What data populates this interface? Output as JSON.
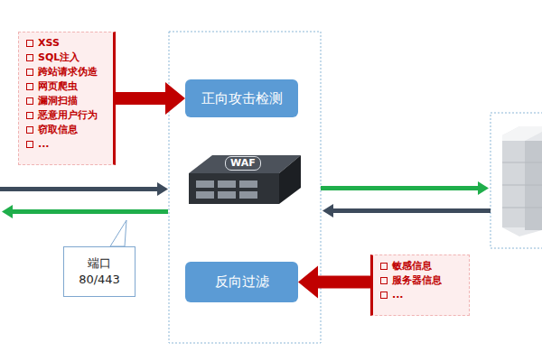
{
  "diagram": {
    "nodes": [
      {
        "text": [
          "XSS",
          "SQL注入",
          "跨站请求伪造",
          "网页爬虫",
          "漏洞扫描",
          "恶意用户行为",
          "窃取信息",
          "..."
        ]
      },
      {
        "text": [
          "正向攻击检测"
        ]
      },
      {
        "text": [
          "WAF"
        ]
      },
      {
        "text": [
          "反向过滤"
        ]
      },
      {
        "text": [
          "端口 80/443"
        ]
      },
      {
        "text": [
          "敏感信息",
          "服务器信息",
          "..."
        ]
      }
    ],
    "edges": [
      {
        "from": 0,
        "to": 1,
        "arrow": "to"
      },
      {
        "from": 5,
        "to": 3,
        "arrow": "to"
      }
    ]
  }
}
